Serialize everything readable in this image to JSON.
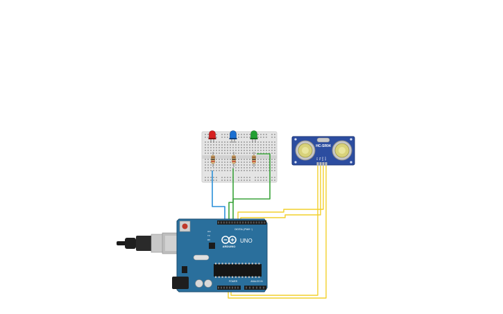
{
  "board": {
    "brand": "ARDUINO",
    "model": "UNO",
    "digital_label": "DIGITAL (PWM ~)",
    "power_label": "POWER",
    "analog_label": "ANALOG IN",
    "pin_on": "ON",
    "pin_tx": "TX",
    "pin_rx": "RX"
  },
  "sensor": {
    "model": "HC-SR04",
    "pins": [
      "Vcc",
      "Trig",
      "Echo",
      "Gnd"
    ]
  },
  "leds": [
    {
      "color_name": "red",
      "color": "#d62020"
    },
    {
      "color_name": "blue",
      "color": "#1a6fd1"
    },
    {
      "color_name": "green",
      "color": "#22a033"
    }
  ],
  "colors": {
    "board": "#2a6f9c",
    "sensor": "#2c4da0",
    "breadboard": "#e4e4e4",
    "wire_yellow": "#f2d02b",
    "wire_green": "#3aa43a",
    "wire_blue": "#2a8fd8"
  }
}
